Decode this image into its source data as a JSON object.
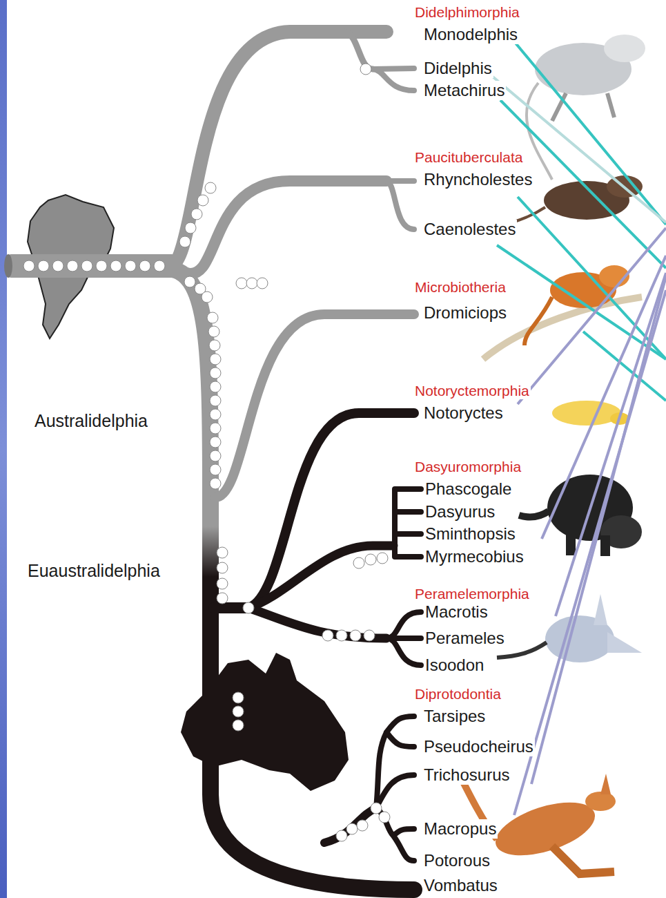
{
  "diagram": {
    "labels": [
      "Didelphimorphia",
      "Monodelphis",
      "Didelphis",
      "Metachirus",
      "Paucituberculata",
      "Rhyncholestes",
      "Caenolestes",
      "Microbiotheria",
      "Dromiciops",
      "Australidelphia",
      "Notoryctemorphia",
      "Notoryctes",
      "Dasyuromorphia",
      "Phascogale",
      "Dasyurus",
      "Sminthopsis",
      "Myrmecobius",
      "Euaustralidelphia",
      "Peramelemorphia",
      "Macrotis",
      "Perameles",
      "Isoodon",
      "Diprotodontia",
      "Tarsipes",
      "Pseudocheirus",
      "Trichosurus",
      "Macropus",
      "Potorous",
      "Vombatus"
    ]
  }
}
